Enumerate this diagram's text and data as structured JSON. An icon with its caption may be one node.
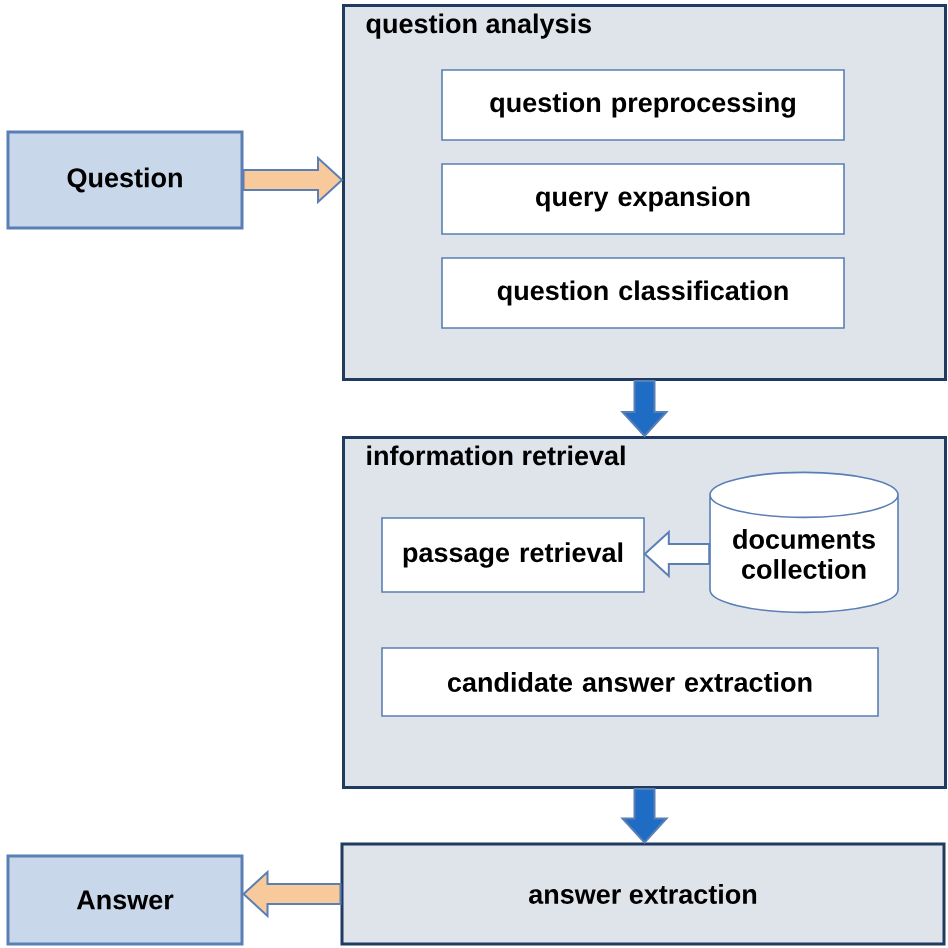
{
  "diagram": {
    "nodes": [
      {
        "text": [
          "Question"
        ]
      },
      {
        "text": [
          "question analysis"
        ]
      },
      {
        "text": [
          "question preprocessing"
        ],
        "in": 1
      },
      {
        "text": [
          "query expansion"
        ],
        "in": 1
      },
      {
        "text": [
          "question classification"
        ],
        "in": 1
      },
      {
        "text": [
          "information retrieval"
        ]
      },
      {
        "text": [
          "passage retrieval"
        ],
        "in": 5
      },
      {
        "text": [
          "documents collection"
        ],
        "in": 5
      },
      {
        "text": [
          "candidate answer extraction"
        ],
        "in": 5
      },
      {
        "text": [
          "answer extraction"
        ]
      },
      {
        "text": [
          "Answer"
        ]
      }
    ],
    "edges": [
      {
        "from": 0,
        "to": 1,
        "arrow": "to",
        "color": "#f8c99a"
      },
      {
        "from": 1,
        "to": 5,
        "arrow": "to",
        "color": "#1f6cc4"
      },
      {
        "from": 7,
        "to": 6,
        "arrow": "to",
        "color": "#ffffff"
      },
      {
        "from": 5,
        "to": 9,
        "arrow": "to",
        "color": "#1f6cc4"
      },
      {
        "from": 9,
        "to": 10,
        "arrow": "to",
        "color": "#f8c99a"
      }
    ]
  }
}
